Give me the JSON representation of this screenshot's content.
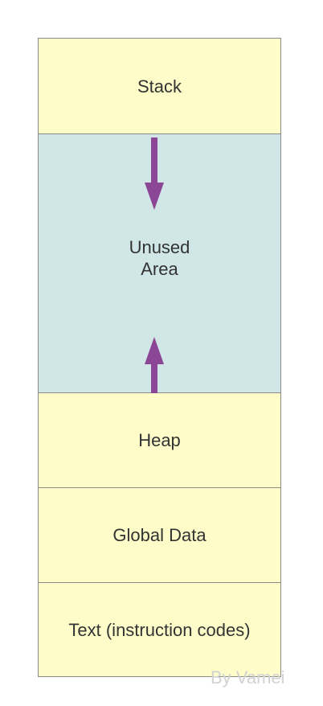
{
  "colors": {
    "segment_fill": "#fefdca",
    "unused_fill": "#d1e7e7",
    "arrow": "#8b4796",
    "border": "#8a8a8a",
    "text": "#333333",
    "watermark": "#d2d2d2"
  },
  "segments": {
    "stack": "Stack",
    "unused_line1": "Unused",
    "unused_line2": "Area",
    "heap": "Heap",
    "global": "Global Data",
    "text": "Text (instruction codes)"
  },
  "watermark": "By Vamei"
}
